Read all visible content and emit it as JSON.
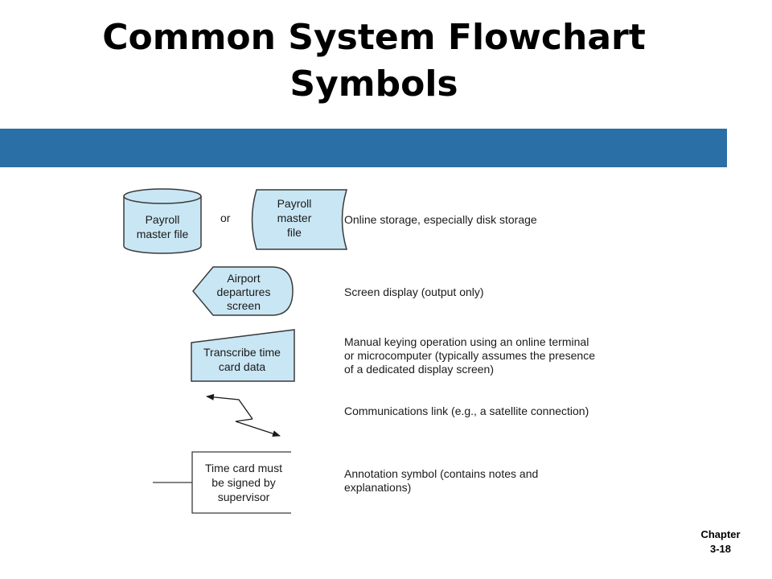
{
  "title": {
    "line1": "Common System Flowchart",
    "line2": "Symbols"
  },
  "colors": {
    "band": "#2a6fa6",
    "symbol_fill": "#c9e6f4",
    "stroke": "#3a3a3a"
  },
  "symbols": {
    "storage": {
      "cylinder_lines": [
        "Payroll",
        "master file"
      ],
      "or_label": "or",
      "drum_lines": [
        "Payroll",
        "master",
        "file"
      ],
      "description": [
        "Online storage, especially disk storage"
      ]
    },
    "display": {
      "lines": [
        "Airport",
        "departures",
        "screen"
      ],
      "description": [
        "Screen display (output only)"
      ]
    },
    "manual_input": {
      "lines": [
        "Transcribe time",
        "card data"
      ],
      "description": [
        "Manual keying operation using an online terminal",
        "or microcomputer (typically assumes the presence",
        "of a dedicated display screen)"
      ]
    },
    "comm_link": {
      "description": [
        "Communications link (e.g., a satellite connection)"
      ]
    },
    "annotation": {
      "lines": [
        "Time card must",
        "be signed by",
        "supervisor"
      ],
      "description": [
        "Annotation symbol (contains notes and",
        "explanations)"
      ]
    }
  },
  "footer": {
    "line1": "Chapter",
    "line2": "3-18"
  }
}
